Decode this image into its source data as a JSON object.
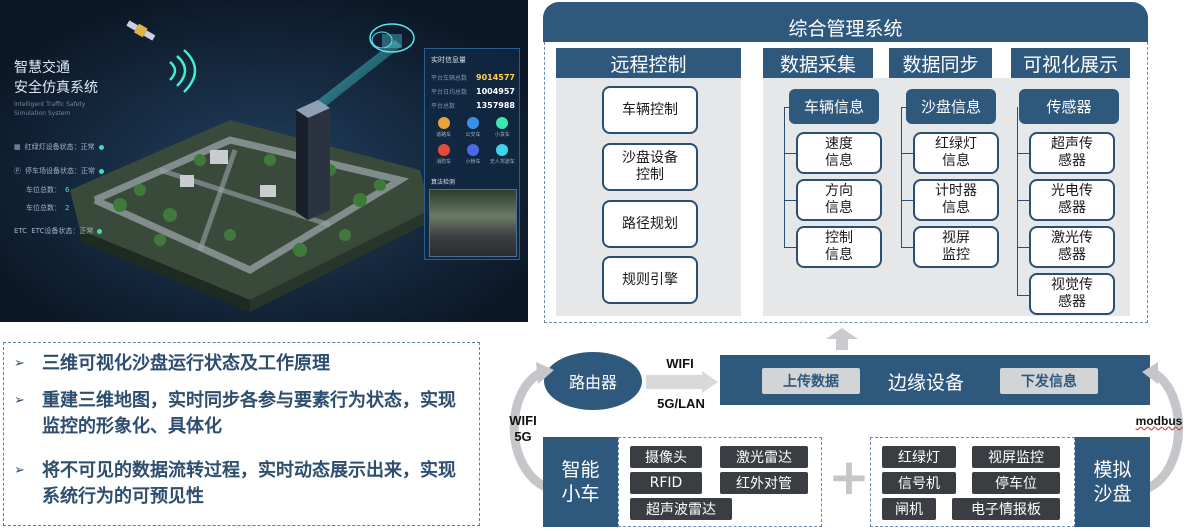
{
  "scene": {
    "title_line1": "智慧交通",
    "title_line2": "安全仿真系统",
    "subtitle": "Intelligent Traffic Safety Simulation System",
    "stats": [
      {
        "label": "红绿灯设备状态：正常"
      },
      {
        "label": "停车场设备状态：正常"
      },
      {
        "label": "车位总数：",
        "value": "6"
      },
      {
        "label": "车位总数：",
        "value": "2"
      },
      {
        "label": "ETC设备状态：正常"
      }
    ],
    "panel_title": "实时信息量",
    "kpis": [
      {
        "label": "平台车辆总数",
        "value": "9014577"
      },
      {
        "label": "平台日均总数",
        "value": "1004957"
      },
      {
        "label": "平台总数",
        "value": "1357988"
      }
    ],
    "vehicle_icons": [
      "道路车",
      "公交车",
      "小货车",
      "消防车",
      "小轿车",
      "无人驾驶车"
    ],
    "camera_label": "算法检测"
  },
  "diagram": {
    "top_title": "综合管理系统",
    "remote": {
      "title": "远程控制",
      "items": [
        "车辆控制",
        "沙盘设备\n控制",
        "路径规划",
        "规则引擎"
      ]
    },
    "collect": {
      "title": "数据采集",
      "head": "车辆信息",
      "items": [
        "速度\n信息",
        "方向\n信息",
        "控制\n信息"
      ]
    },
    "sync": {
      "title": "数据同步",
      "head": "沙盘信息",
      "items": [
        "红绿灯\n信息",
        "计时器\n信息",
        "视屏\n监控"
      ]
    },
    "visual": {
      "title": "可视化展示",
      "head": "传感器",
      "items": [
        "超声传\n感器",
        "光电传\n感器",
        "激光传\n感器",
        "视觉传\n感器"
      ]
    },
    "router": "路由器",
    "wifi_top": "WIFI",
    "net_bottom": "5G/LAN",
    "edge": {
      "label": "边缘设备",
      "upload": "上传数据",
      "download": "下发信息"
    },
    "left_link": "WIFI\n5G",
    "right_link": "modbus",
    "car": {
      "title": "智能\n小车",
      "tags": [
        "摄像头",
        "激光雷达",
        "RFID",
        "红外对管",
        "超声波雷达"
      ]
    },
    "plus": "+",
    "sandbox": {
      "title": "模拟\n沙盘",
      "tags": [
        "红绿灯",
        "视屏监控",
        "信号机",
        "停车位",
        "闸机",
        "电子情报板"
      ]
    }
  },
  "bullets": [
    "三维可视化沙盘运行状态及工作原理",
    "重建三维地图，实时同步各参与要素行为状态，实现监控的形象化、具体化",
    "将不可见的数据流转过程，实时动态展示出来，实现系统行为的可预见性"
  ],
  "bullet_marker": "➢",
  "colors": {
    "navy": "#2f587d",
    "panel_gray": "#e6e7e9",
    "tag_dark": "#3a3d41",
    "bullet_text": "#2d4e6f"
  }
}
